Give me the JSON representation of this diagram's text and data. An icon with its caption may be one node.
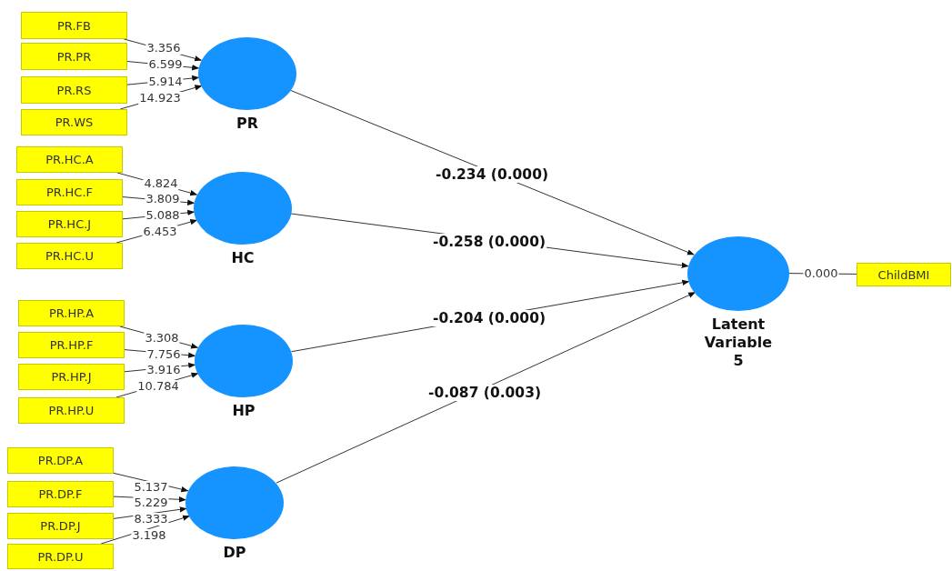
{
  "diagram": {
    "nodes": [
      {
        "text": [
          "PR.FB"
        ]
      },
      {
        "text": [
          "PR.PR"
        ]
      },
      {
        "text": [
          "PR.RS"
        ]
      },
      {
        "text": [
          "PR.WS"
        ]
      },
      {
        "text": [
          "PR"
        ]
      },
      {
        "text": [
          "PR.HC.A"
        ]
      },
      {
        "text": [
          "PR.HC.F"
        ]
      },
      {
        "text": [
          "PR.HC.J"
        ]
      },
      {
        "text": [
          "PR.HC.U"
        ]
      },
      {
        "text": [
          "HC"
        ]
      },
      {
        "text": [
          "PR.HP.A"
        ]
      },
      {
        "text": [
          "PR.HP.F"
        ]
      },
      {
        "text": [
          "PR.HP.J"
        ]
      },
      {
        "text": [
          "PR.HP.U"
        ]
      },
      {
        "text": [
          "HP"
        ]
      },
      {
        "text": [
          "PR.DP.A"
        ]
      },
      {
        "text": [
          "PR.DP.F"
        ]
      },
      {
        "text": [
          "PR.DP.J"
        ]
      },
      {
        "text": [
          "PR.DP.U"
        ]
      },
      {
        "text": [
          "DP"
        ]
      },
      {
        "text": [
          "Latent Variable 5"
        ]
      },
      {
        "text": [
          "ChildBMI"
        ]
      }
    ],
    "edges": [
      {
        "from": 0,
        "to": 4,
        "arrow": "to",
        "label": "3.356"
      },
      {
        "from": 1,
        "to": 4,
        "arrow": "to",
        "label": "6.599"
      },
      {
        "from": 2,
        "to": 4,
        "arrow": "to",
        "label": "5.914"
      },
      {
        "from": 3,
        "to": 4,
        "arrow": "to",
        "label": "14.923"
      },
      {
        "from": 5,
        "to": 9,
        "arrow": "to",
        "label": "4.824"
      },
      {
        "from": 6,
        "to": 9,
        "arrow": "to",
        "label": "3.809"
      },
      {
        "from": 7,
        "to": 9,
        "arrow": "to",
        "label": "5.088"
      },
      {
        "from": 8,
        "to": 9,
        "arrow": "to",
        "label": "6.453"
      },
      {
        "from": 10,
        "to": 14,
        "arrow": "to",
        "label": "3.308"
      },
      {
        "from": 11,
        "to": 14,
        "arrow": "to",
        "label": "7.756"
      },
      {
        "from": 12,
        "to": 14,
        "arrow": "to",
        "label": "3.916"
      },
      {
        "from": 13,
        "to": 14,
        "arrow": "to",
        "label": "10.784"
      },
      {
        "from": 15,
        "to": 19,
        "arrow": "to",
        "label": "5.137"
      },
      {
        "from": 16,
        "to": 19,
        "arrow": "to",
        "label": "5.229"
      },
      {
        "from": 17,
        "to": 19,
        "arrow": "to",
        "label": "8.333"
      },
      {
        "from": 18,
        "to": 19,
        "arrow": "to",
        "label": "3.198"
      },
      {
        "from": 4,
        "to": 20,
        "arrow": "to",
        "label": "-0.234 (0.000)"
      },
      {
        "from": 9,
        "to": 20,
        "arrow": "to",
        "label": "-0.258 (0.000)"
      },
      {
        "from": 14,
        "to": 20,
        "arrow": "to",
        "label": "-0.204 (0.000)"
      },
      {
        "from": 19,
        "to": 20,
        "arrow": "to",
        "label": "-0.087 (0.003)"
      },
      {
        "from": 20,
        "to": 21,
        "arrow": "none",
        "label": "0.000"
      }
    ]
  }
}
